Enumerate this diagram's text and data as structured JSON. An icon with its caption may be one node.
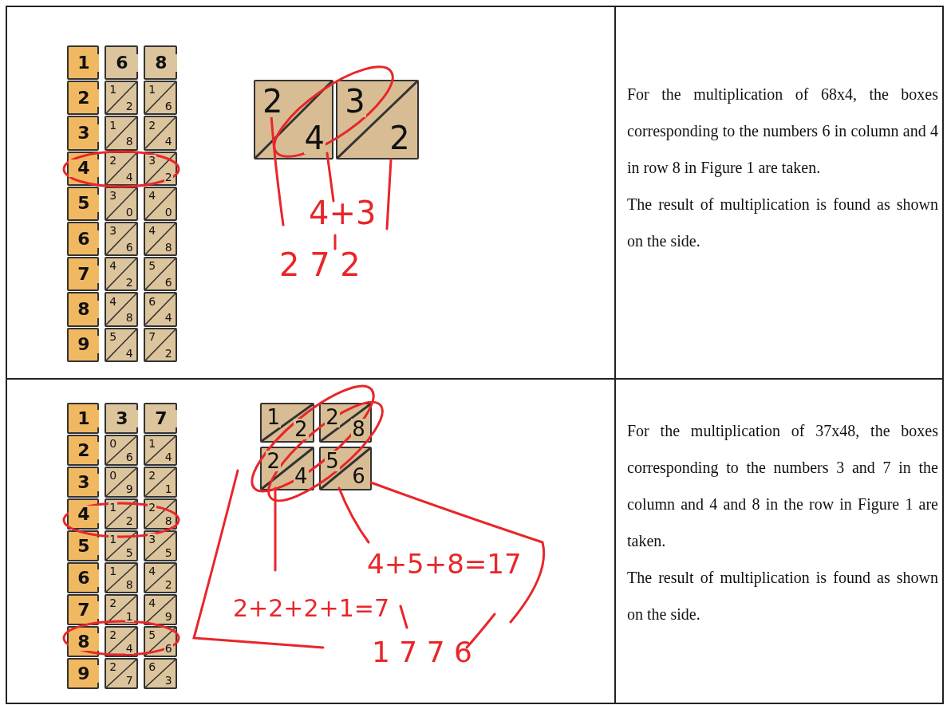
{
  "diagram": {
    "labels": [
      "1",
      "2",
      "3",
      "4",
      "5",
      "6",
      "7",
      "8",
      "9",
      "6",
      "1",
      "2",
      "1",
      "8",
      "2",
      "4",
      "3",
      "0",
      "3",
      "6",
      "4",
      "2",
      "4",
      "8",
      "5",
      "4",
      "8",
      "1",
      "6",
      "2",
      "4",
      "3",
      "2",
      "4",
      "0",
      "4",
      "8",
      "5",
      "6",
      "6",
      "4",
      "7",
      "2",
      "2",
      "4",
      "3",
      "2",
      "4+3",
      "2 7 2",
      "For the multiplication of 68x4, the boxes corresponding to the numbers 6 in column and 4 in row 8 in Figure 1 are taken.",
      "The result of multiplication is found as shown on the side.",
      "1",
      "2",
      "3",
      "4",
      "5",
      "6",
      "7",
      "8",
      "9",
      "3",
      "0",
      "6",
      "0",
      "9",
      "1",
      "2",
      "1",
      "5",
      "1",
      "8",
      "2",
      "1",
      "2",
      "4",
      "2",
      "7",
      "7",
      "1",
      "4",
      "2",
      "1",
      "2",
      "8",
      "3",
      "5",
      "4",
      "2",
      "4",
      "9",
      "5",
      "6",
      "6",
      "3",
      "1",
      "2",
      "2",
      "8",
      "2",
      "4",
      "5",
      "6",
      "4+5+8=17",
      "2+2+2+1=7",
      "1 7 7 6",
      "For the multiplication of 37x48, the boxes corresponding to the numbers 3 and 7 in the column and 4 and 8 in the row in Figure 1 are taken.",
      "The result of multiplication is found as shown on the side."
    ]
  }
}
